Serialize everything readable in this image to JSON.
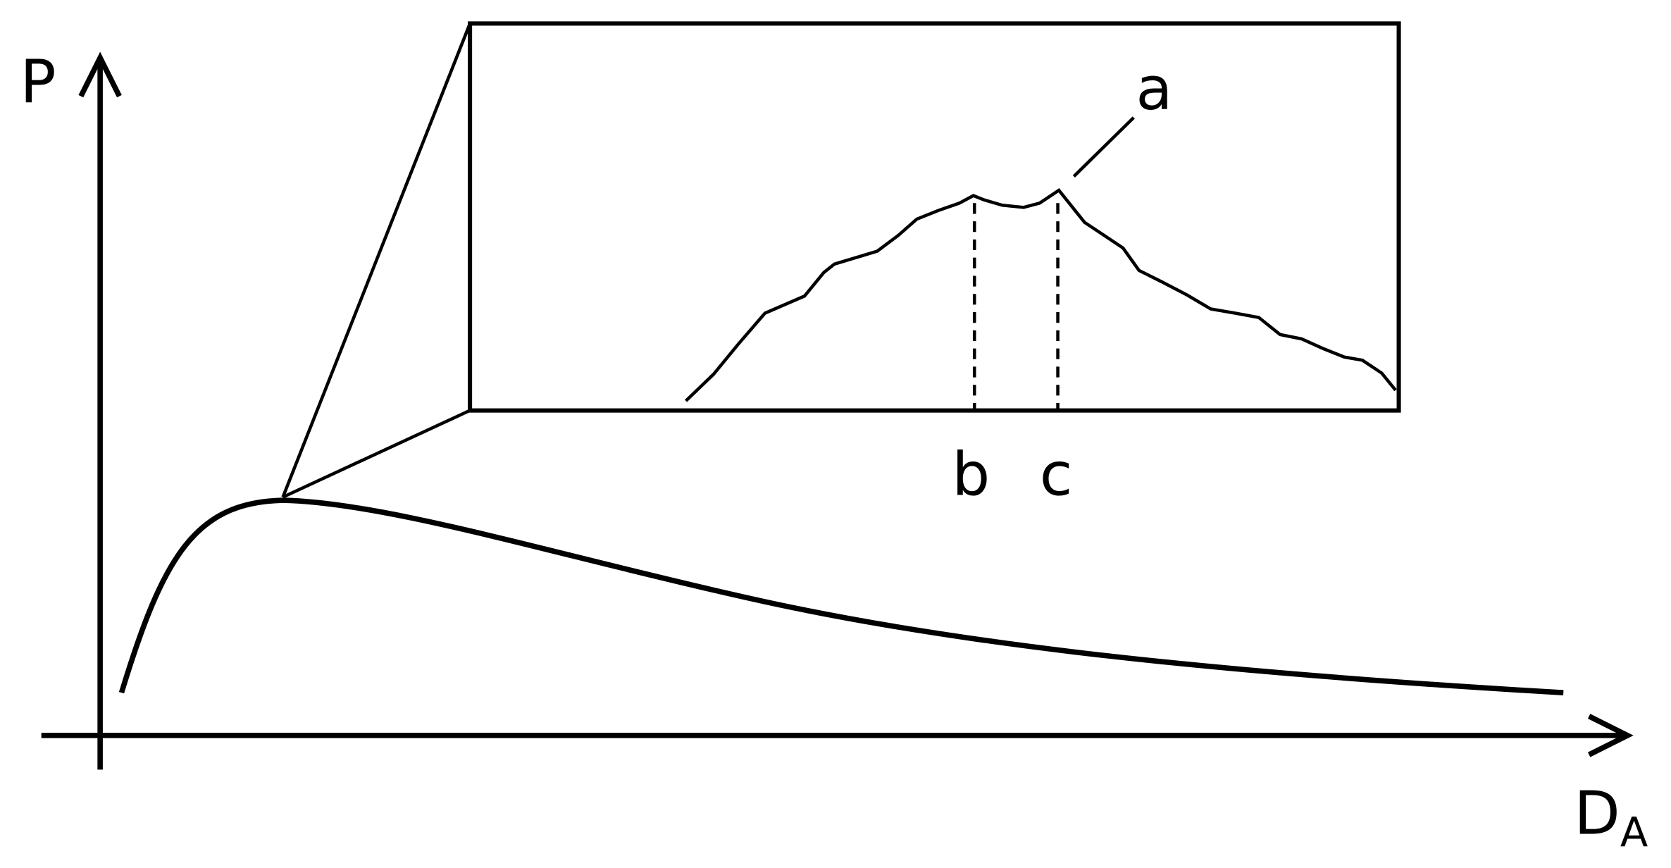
{
  "colors": {
    "ink": "#000000",
    "background": "#ffffff"
  },
  "axes": {
    "y_label": "P",
    "x_label_main": "D",
    "x_label_sub": "A"
  },
  "inset": {
    "label_a": "a",
    "label_b": "b",
    "label_c": "c"
  }
}
